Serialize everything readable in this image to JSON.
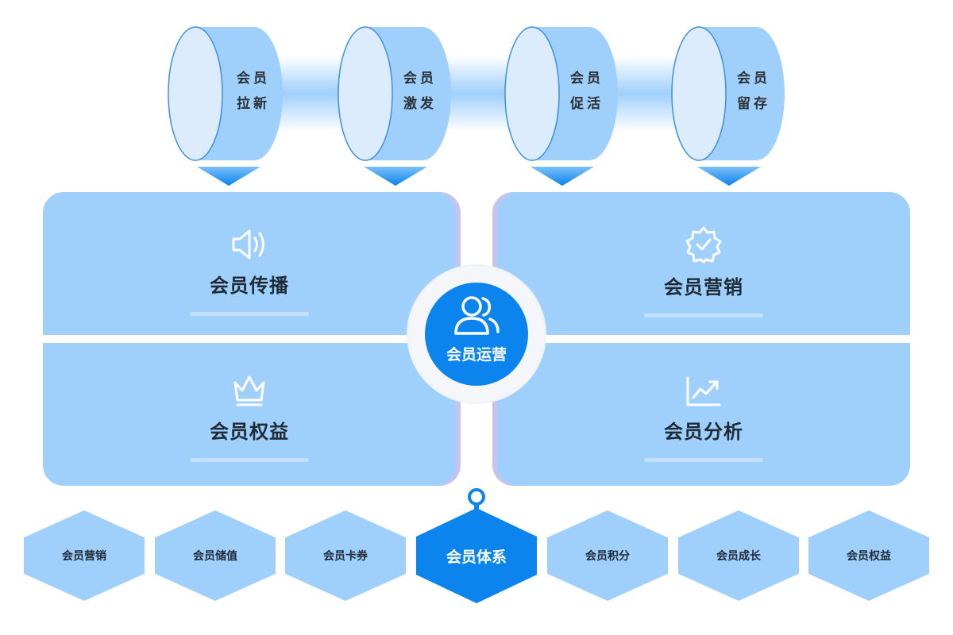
{
  "pipeline": [
    {
      "line1": "会员",
      "line2": "拉新"
    },
    {
      "line1": "会员",
      "line2": "激发"
    },
    {
      "line1": "会员",
      "line2": "促活"
    },
    {
      "line1": "会员",
      "line2": "留存"
    }
  ],
  "quadrants": {
    "top_left": {
      "title": "会员传播",
      "icon": "speaker-icon"
    },
    "top_right": {
      "title": "会员营销",
      "icon": "verified-badge-icon"
    },
    "bottom_left": {
      "title": "会员权益",
      "icon": "crown-icon"
    },
    "bottom_right": {
      "title": "会员分析",
      "icon": "trend-chart-icon"
    }
  },
  "center": {
    "title": "会员运营",
    "icon": "users-icon"
  },
  "hexagons": [
    {
      "label": "会员营销"
    },
    {
      "label": "会员储值"
    },
    {
      "label": "会员卡券"
    },
    {
      "label": "会员体系"
    },
    {
      "label": "会员积分"
    },
    {
      "label": "会员成长"
    },
    {
      "label": "会员权益"
    }
  ],
  "colors": {
    "primary": "#0b84ee",
    "panel": "#9fd0fb",
    "panel_light": "#dcecfd",
    "accent_edge": "#c8c2ef"
  }
}
